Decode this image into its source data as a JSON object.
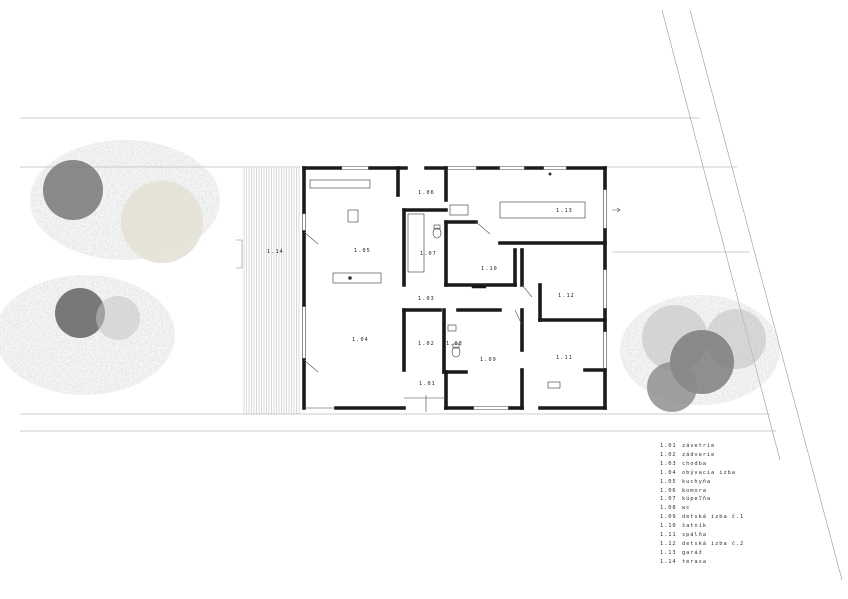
{
  "rooms": {
    "r101": "1.01",
    "r102": "1.02",
    "r103": "1.03",
    "r104": "1.04",
    "r105": "1.05",
    "r106": "1.06",
    "r107": "1.07",
    "r108": "1.08",
    "r109": "1.09",
    "r110": "1.10",
    "r111": "1.11",
    "r112": "1.12",
    "r113": "1.13",
    "r114": "1.14"
  },
  "legend": [
    {
      "code": "1.01",
      "name": "závetrie"
    },
    {
      "code": "1.02",
      "name": "zádverie"
    },
    {
      "code": "1.03",
      "name": "chodba"
    },
    {
      "code": "1.04",
      "name": "obývacia izba"
    },
    {
      "code": "1.05",
      "name": "kuchyňa"
    },
    {
      "code": "1.06",
      "name": "komora"
    },
    {
      "code": "1.07",
      "name": "kúpeľňa"
    },
    {
      "code": "1.08",
      "name": "wc"
    },
    {
      "code": "1.09",
      "name": "detská izba č.1"
    },
    {
      "code": "1.10",
      "name": "šatník"
    },
    {
      "code": "1.11",
      "name": "spálňa"
    },
    {
      "code": "1.12",
      "name": "detská izba č.2"
    },
    {
      "code": "1.13",
      "name": "garáž"
    },
    {
      "code": "1.14",
      "name": "terasa"
    }
  ]
}
